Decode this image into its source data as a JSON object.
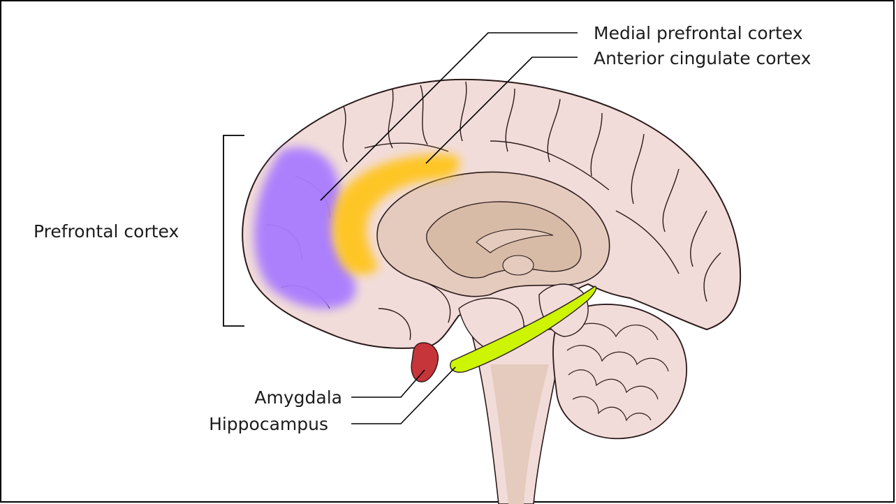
{
  "labels": {
    "medial_prefrontal_cortex": "Medial prefrontal cortex",
    "anterior_cingulate_cortex": "Anterior cingulate cortex",
    "prefrontal_cortex": "Prefrontal cortex",
    "amygdala": "Amygdala",
    "hippocampus": "Hippocampus"
  },
  "colors": {
    "brain_fill": "#f2dcd9",
    "brain_inner": "#e4cbbd",
    "brain_deep": "#d8bba7",
    "outline": "#2a1a1a",
    "medial_prefrontal": "#a97bff",
    "anterior_cingulate": "#ffc51a",
    "amygdala": "#c6353a",
    "hippocampus": "#cdf400",
    "leader_line": "#000000"
  }
}
